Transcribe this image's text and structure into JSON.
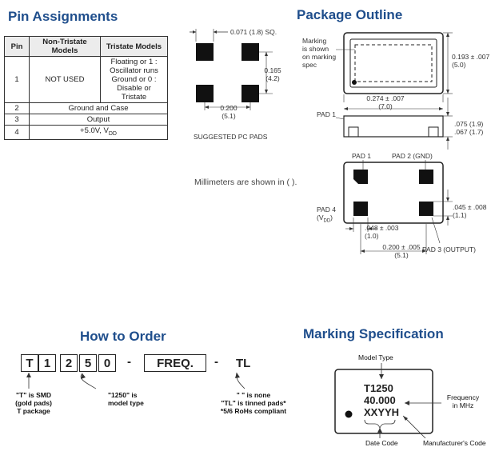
{
  "pin_assignments": {
    "title": "Pin Assignments",
    "headers": [
      "Pin",
      "Non-Tristate Models",
      "Tristate Models"
    ],
    "row1": {
      "pin": "1",
      "non_tristate": "NOT USED",
      "tristate_lines": [
        "Floating or 1 :",
        "Oscillator runs",
        "Ground or 0 :",
        "Disable or",
        "Tristate"
      ]
    },
    "rows": [
      {
        "pin": "2",
        "value": "Ground and Case"
      },
      {
        "pin": "3",
        "value": "Output"
      },
      {
        "pin": "4",
        "value": "+5.0V, V",
        "sub": "DD"
      }
    ]
  },
  "pc_pads": {
    "dim_square": "0.071 (1.8) SQ.",
    "dim_vertical_in": "0.165",
    "dim_vertical_mm": "(4.2)",
    "dim_horizontal_in": "0.200",
    "dim_horizontal_mm": "(5.1)",
    "caption": "SUGGESTED PC PADS"
  },
  "package_outline": {
    "title": "Package Outline",
    "marking_note": [
      "Marking",
      "is shown",
      "on marking",
      "spec"
    ],
    "dim_height_in": "0.193 ± .007",
    "dim_height_mm": "(5.0)",
    "dim_width_in": "0.274 ± .007",
    "dim_width_mm": "(7.0)",
    "pad1_side": "PAD 1",
    "dim_thick_max": ".075 (1.9)",
    "dim_thick_min": ".067 (1.7)",
    "pad1_bottom": "PAD 1",
    "pad2": "PAD 2 (GND)",
    "pad4": "PAD 4",
    "pad4_sub": "(V",
    "pad4_subscript": "DD",
    "pad4_close": ")",
    "dim_pad_h_in": ".045 ± .008",
    "dim_pad_h_mm": "(1.1)",
    "dim_pad_w_in": ".048 ± .003",
    "dim_pad_w_mm": "(1.0)",
    "dim_pitch_in": "0.200 ± .005",
    "dim_pitch_mm": "(5.1)",
    "pad3": "PAD 3 (OUTPUT)"
  },
  "millimeters_note": "Millimeters are shown in (   ).",
  "how_to_order": {
    "title": "How to Order",
    "chars": [
      "T",
      "1",
      "2",
      "5",
      "0"
    ],
    "dash1": "-",
    "freq": "FREQ.",
    "dash2": "-",
    "suffix": "TL",
    "note_t": [
      "\"T\" is SMD",
      "(gold pads)",
      "T package"
    ],
    "note_model": [
      "\"1250\" is",
      "model type"
    ],
    "note_suffix": [
      "\" \" is none",
      "\"TL\" is tinned pads*",
      "*5/6 RoHs compliant"
    ]
  },
  "marking_spec": {
    "title": "Marking Specification",
    "model_type": "Model Type",
    "line1": "T1250",
    "line2": "40.000",
    "line3": "XXYYH",
    "frequency": [
      "Frequency",
      "in MHz"
    ],
    "date_code": "Date Code",
    "manufacturer_code": "Manufacturer's Code"
  }
}
